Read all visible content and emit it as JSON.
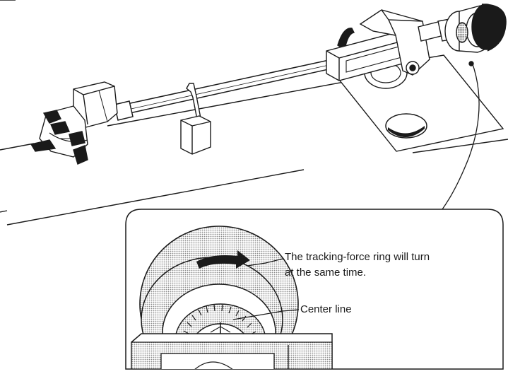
{
  "annotations": {
    "tracking_ring_line1": "The tracking-force ring will turn",
    "tracking_ring_line2": "at the same time.",
    "center_line": "Center line"
  },
  "colors": {
    "ink": "#1a1a1a",
    "screen_tone": "#c4c4c4",
    "background": "#ffffff"
  }
}
